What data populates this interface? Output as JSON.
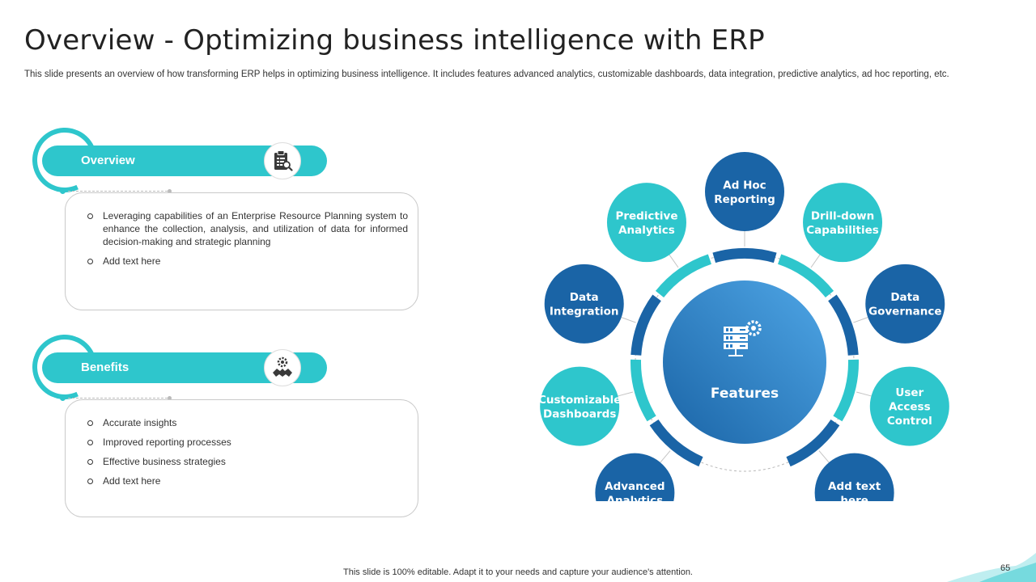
{
  "header": {
    "title": "Overview - Optimizing business intelligence with ERP",
    "subtitle": "This slide presents an overview of how transforming ERP helps in optimizing business intelligence. It includes features advanced analytics, customizable dashboards, data integration, predictive analytics, ad hoc reporting, etc."
  },
  "overview": {
    "label": "Overview",
    "icon": "clipboard-search-icon",
    "bullets": [
      "Leveraging capabilities of an Enterprise Resource Planning system to enhance the collection, analysis, and utilization of data for informed decision-making and strategic planning",
      "Add text here"
    ]
  },
  "benefits": {
    "label": "Benefits",
    "icon": "handshake-gear-icon",
    "bullets": [
      "Accurate insights",
      "Improved reporting processes",
      "Effective business strategies",
      "Add text here"
    ]
  },
  "diagram": {
    "center_label": "Features",
    "center_icon": "server-gear-icon",
    "nodes": [
      {
        "lines": [
          "Advanced",
          "Analytics"
        ],
        "color": "#1a64a6"
      },
      {
        "lines": [
          "Customizable",
          "Dashboards"
        ],
        "color": "#2ec6cc"
      },
      {
        "lines": [
          "Data",
          "Integration"
        ],
        "color": "#1a64a6"
      },
      {
        "lines": [
          "Predictive",
          "Analytics"
        ],
        "color": "#2ec6cc"
      },
      {
        "lines": [
          "Ad Hoc",
          "Reporting"
        ],
        "color": "#1a64a6"
      },
      {
        "lines": [
          "Drill-down",
          "Capabilities"
        ],
        "color": "#2ec6cc"
      },
      {
        "lines": [
          "Data",
          "Governance"
        ],
        "color": "#1a64a6"
      },
      {
        "lines": [
          "User",
          "Access",
          "Control"
        ],
        "color": "#2ec6cc"
      },
      {
        "lines": [
          "Add text",
          "here"
        ],
        "color": "#1a64a6"
      }
    ]
  },
  "colors": {
    "teal": "#2ec6cc",
    "blue": "#1a64a6",
    "center_light": "#4fa6e6",
    "center_dark": "#1a64a6"
  },
  "footer": {
    "text": "This slide is 100% editable. Adapt it to your needs and capture your audience's attention.",
    "page": "65"
  }
}
